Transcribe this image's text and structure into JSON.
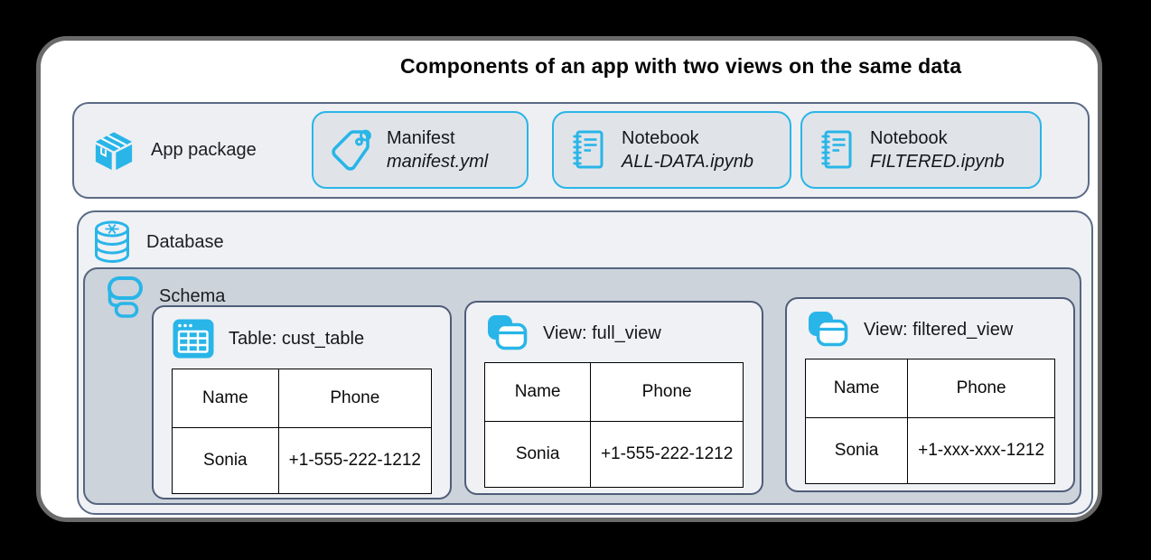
{
  "title": "Components of an app with two views on the same data",
  "colors": {
    "accent_blue": "#29b5e8",
    "outer_panel_border": "#6a6a6a",
    "box_border": "#5b6a85",
    "object_card_border": "#4f5d78",
    "app_box_bg": "#edeff2",
    "file_card_bg": "#e0e4e9",
    "database_bg": "#eff1f4",
    "schema_bg": "#ccd3db"
  },
  "app_package": {
    "label": "App package",
    "files": [
      {
        "icon": "tag-icon",
        "title": "Manifest",
        "filename": "manifest.yml"
      },
      {
        "icon": "notebook-icon",
        "title": "Notebook",
        "filename": "ALL-DATA.ipynb"
      },
      {
        "icon": "notebook-icon",
        "title": "Notebook",
        "filename": "FILTERED.ipynb"
      }
    ]
  },
  "database": {
    "label": "Database",
    "schema": {
      "label": "Schema",
      "objects": [
        {
          "icon": "table-icon",
          "title": "Table: cust_table",
          "columns": [
            "Name",
            "Phone"
          ],
          "rows": [
            [
              "Sonia",
              "+1-555-222-1212"
            ]
          ]
        },
        {
          "icon": "view-icon",
          "title": "View: full_view",
          "columns": [
            "Name",
            "Phone"
          ],
          "rows": [
            [
              "Sonia",
              "+1-555-222-1212"
            ]
          ]
        },
        {
          "icon": "view-icon",
          "title": "View: filtered_view",
          "columns": [
            "Name",
            "Phone"
          ],
          "rows": [
            [
              "Sonia",
              "+1-xxx-xxx-1212"
            ]
          ]
        }
      ]
    }
  }
}
